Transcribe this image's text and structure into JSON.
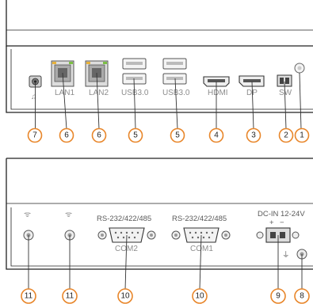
{
  "top_panel": {
    "port_labels": {
      "lan1": "LAN1",
      "lan2": "LAN2",
      "usb_a": "USB3.0",
      "usb_b": "USB3.0",
      "hdmi": "HDMI",
      "dp": "DP",
      "sw": "SW"
    },
    "callouts": [
      "1",
      "2",
      "3",
      "4",
      "5",
      "5",
      "6",
      "6",
      "7"
    ]
  },
  "bottom_panel": {
    "port_labels": {
      "com2_std": "RS-232/422/485",
      "com1_std": "RS-232/422/485",
      "com2": "COM2",
      "com1": "COM1",
      "dc_in": "DC-IN 12-24V",
      "plus": "+",
      "minus": "−"
    },
    "callouts": [
      "11",
      "11",
      "10",
      "10",
      "9",
      "8"
    ]
  },
  "colors": {
    "callout_ring": "#e8862a",
    "outline": "#222222",
    "label": "#8c8c8c"
  }
}
